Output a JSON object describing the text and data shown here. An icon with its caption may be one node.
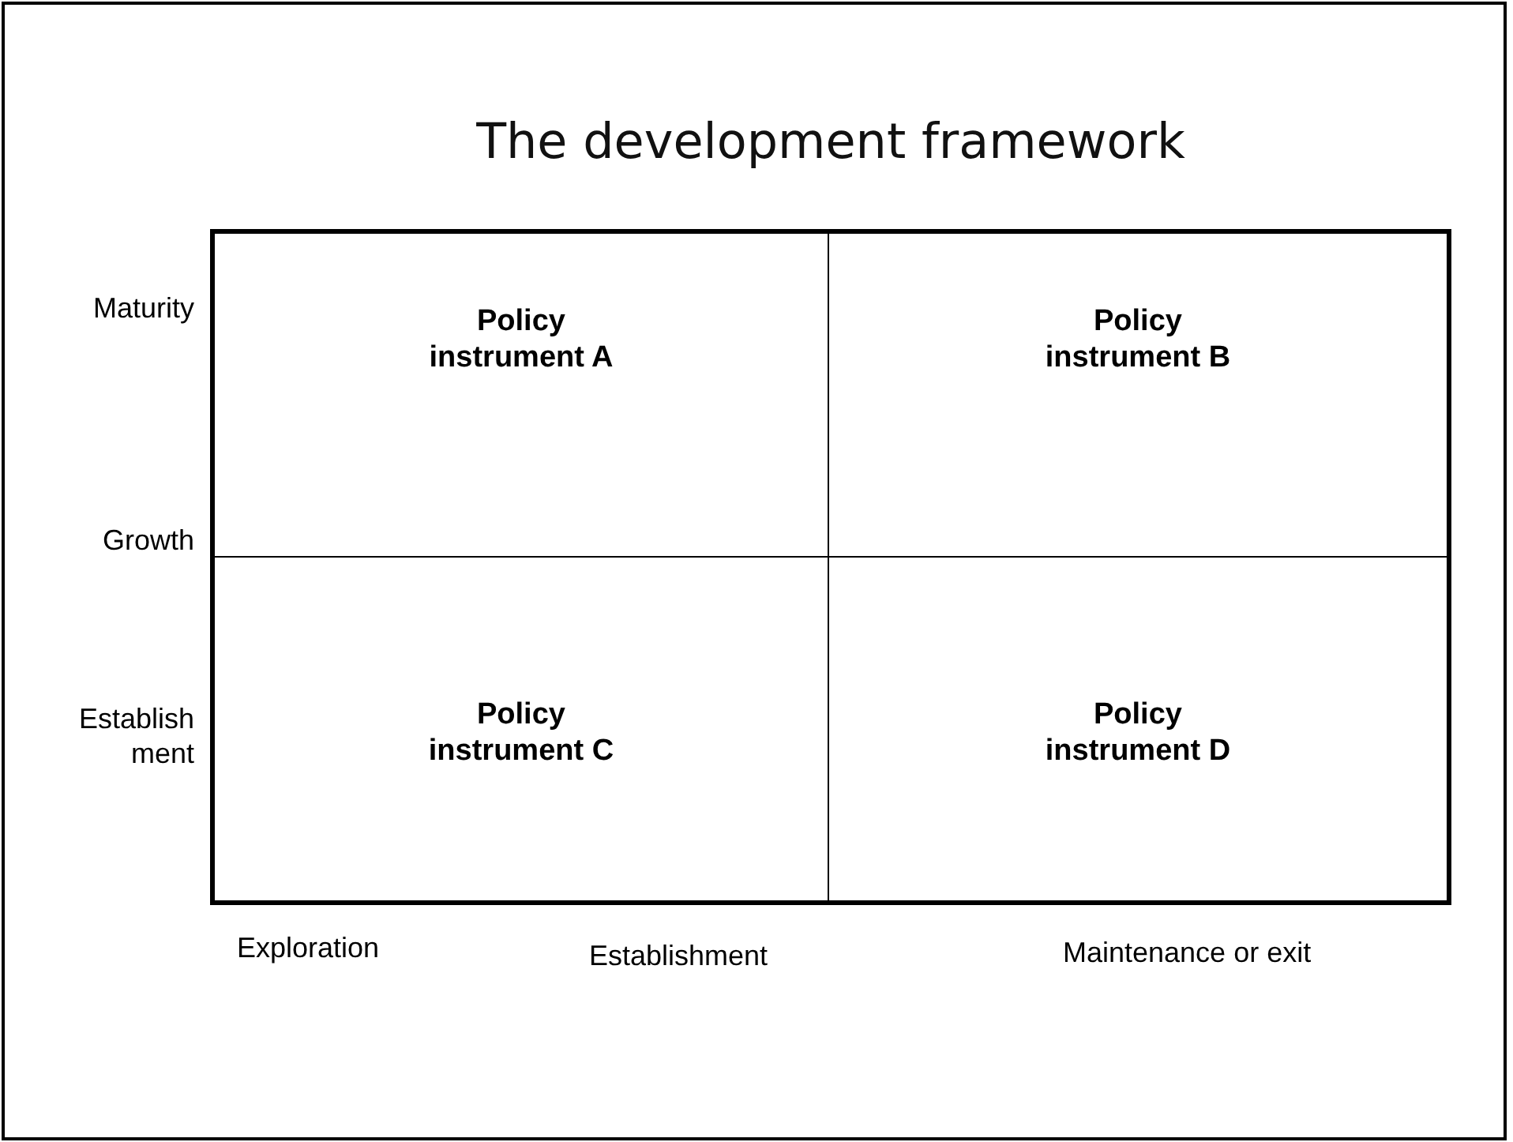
{
  "diagram": {
    "title": "The development framework",
    "nodes": [
      {
        "text": [
          "Policy instrument A"
        ]
      },
      {
        "text": [
          "Policy instrument B"
        ]
      },
      {
        "text": [
          "Policy instrument C"
        ]
      },
      {
        "text": [
          "Policy instrument D"
        ]
      }
    ],
    "labels": [
      "Maturity",
      "Growth",
      "Establish ment",
      "Exploration",
      "Establishment",
      "Maintenance or exit"
    ]
  }
}
